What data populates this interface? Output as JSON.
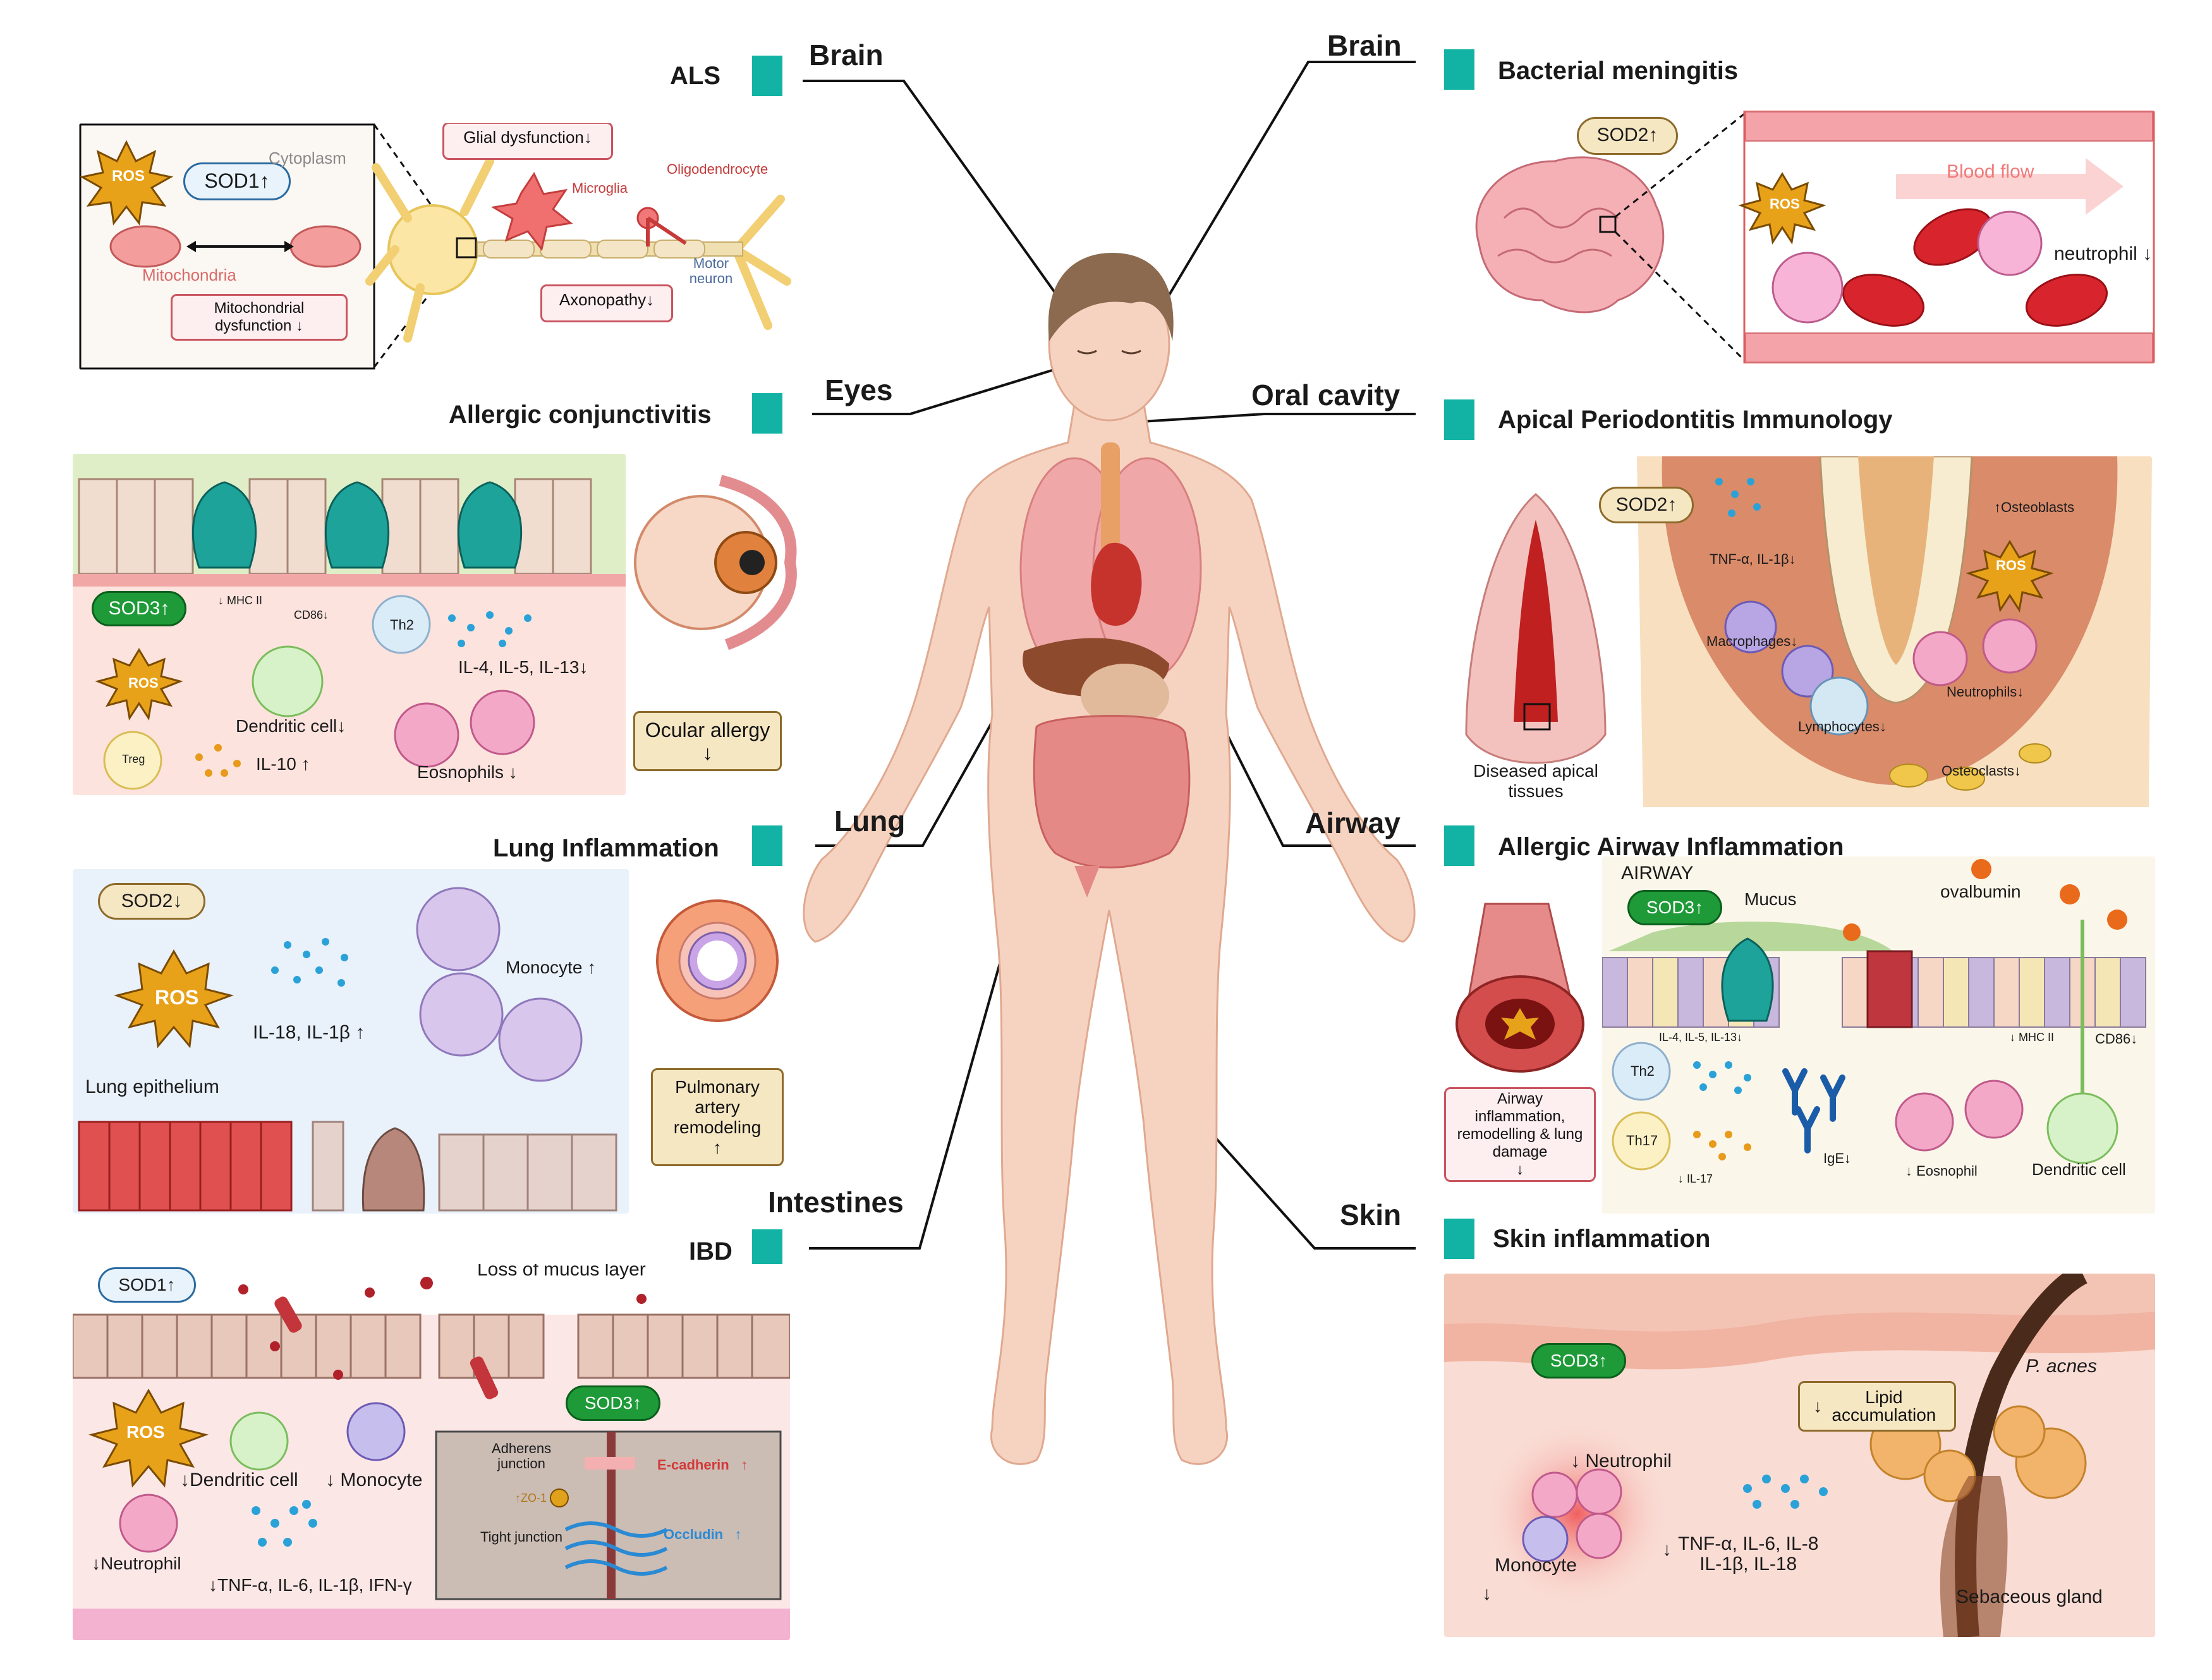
{
  "regions": {
    "brain_left": "Brain",
    "brain_right": "Brain",
    "eyes": "Eyes",
    "oral_cavity": "Oral cavity",
    "lung": "Lung",
    "airway": "Airway",
    "intestines": "Intestines",
    "skin": "Skin"
  },
  "panels": {
    "als": {
      "title": "ALS",
      "ros": "ROS",
      "sod": "SOD1",
      "cytoplasm": "Cytoplasm",
      "mitochondria": "Mitochondria",
      "mito_dysfunction": "Mitochondrial dysfunction",
      "glial": "Glial dysfunction",
      "microglia": "Microglia",
      "oligodendrocyte": "Oligodendrocyte",
      "motor_neuron": "Motor neuron",
      "axonopathy": "Axonopathy"
    },
    "meningitis": {
      "title": "Bacterial meningitis",
      "sod": "SOD2",
      "ros": "ROS",
      "blood_flow": "Blood flow",
      "neutrophil": "neutrophil"
    },
    "conjunctivitis": {
      "title": "Allergic conjunctivitis",
      "sod": "SOD3",
      "mhc": "MHC II",
      "cd86": "CD86",
      "th2": "Th2",
      "ros": "ROS",
      "cytokines": "IL-4, IL-5, IL-13",
      "dendritic": "Dendritic cell",
      "treg": "Treg",
      "il10": "IL-10",
      "eosinophils": "Eosnophils",
      "ocular": "Ocular allergy"
    },
    "periodontitis": {
      "title": "Apical Periodontitis Immunology",
      "sod": "SOD2",
      "tnf": "TNF-α, IL-1β",
      "osteoblasts": "Osteoblasts",
      "ros": "ROS",
      "macrophages": "Macrophages",
      "neutrophils": "Neutrophils",
      "lymphocytes": "Lymphocytes",
      "osteoclasts": "Osteoclasts",
      "diseased": "Diseased apical tissues"
    },
    "lung": {
      "title": "Lung Inflammation",
      "sod": "SOD2",
      "ros": "ROS",
      "cytokines": "IL-18, IL-1β",
      "monocyte": "Monocyte",
      "epithelium": "Lung epithelium",
      "pulmonary": "Pulmonary artery remodeling"
    },
    "airway_panel": {
      "title": "Allergic Airway Inflammation",
      "airway": "AIRWAY",
      "sod": "SOD3",
      "mucus": "Mucus",
      "ovalbumin": "ovalbumin",
      "cytokines": "IL-4, IL-5, IL-13",
      "mhc": "MHC II",
      "cd86": "CD86",
      "th2": "Th2",
      "th17": "Th17",
      "il17": "IL-17",
      "ige": "IgE",
      "eosinophil": "Eosnophil",
      "dendritic": "Dendritic cell",
      "damage": "Airway inflammation, remodelling & lung damage"
    },
    "ibd": {
      "title": "IBD",
      "sod": "SOD1",
      "mucus_loss": "Loss of mucus layer",
      "ros": "ROS",
      "sod3": "SOD3",
      "adherens": "Adherens junction",
      "ecadherin": "E-cadherin",
      "zo1": "ZO-1",
      "tight": "Tight junction",
      "occludin": "Occludin",
      "dendritic": "Dendritic cell",
      "monocyte": "Monocyte",
      "neutrophil": "Neutrophil",
      "cytokines": "TNF-α, IL-6, IL-1β, IFN-γ"
    },
    "skin_panel": {
      "title": "Skin inflammation",
      "sod": "SOD3",
      "lipid": "Lipid accumulation",
      "pacnes": "P. acnes",
      "neutrophil": "Neutrophil",
      "monocyte": "Monocyte",
      "cytokines1": "TNF-α, IL-6, IL-8",
      "cytokines2": "IL-1β, IL-18",
      "sebaceous": "Sebaceous gland"
    }
  },
  "arrows": {
    "up": "↑",
    "down": "↓"
  },
  "colors": {
    "marker": "#12b3a5",
    "sod_green": "#1e9a38",
    "ros": "#e8a21a",
    "skin_tone": "#f6d3c1"
  }
}
